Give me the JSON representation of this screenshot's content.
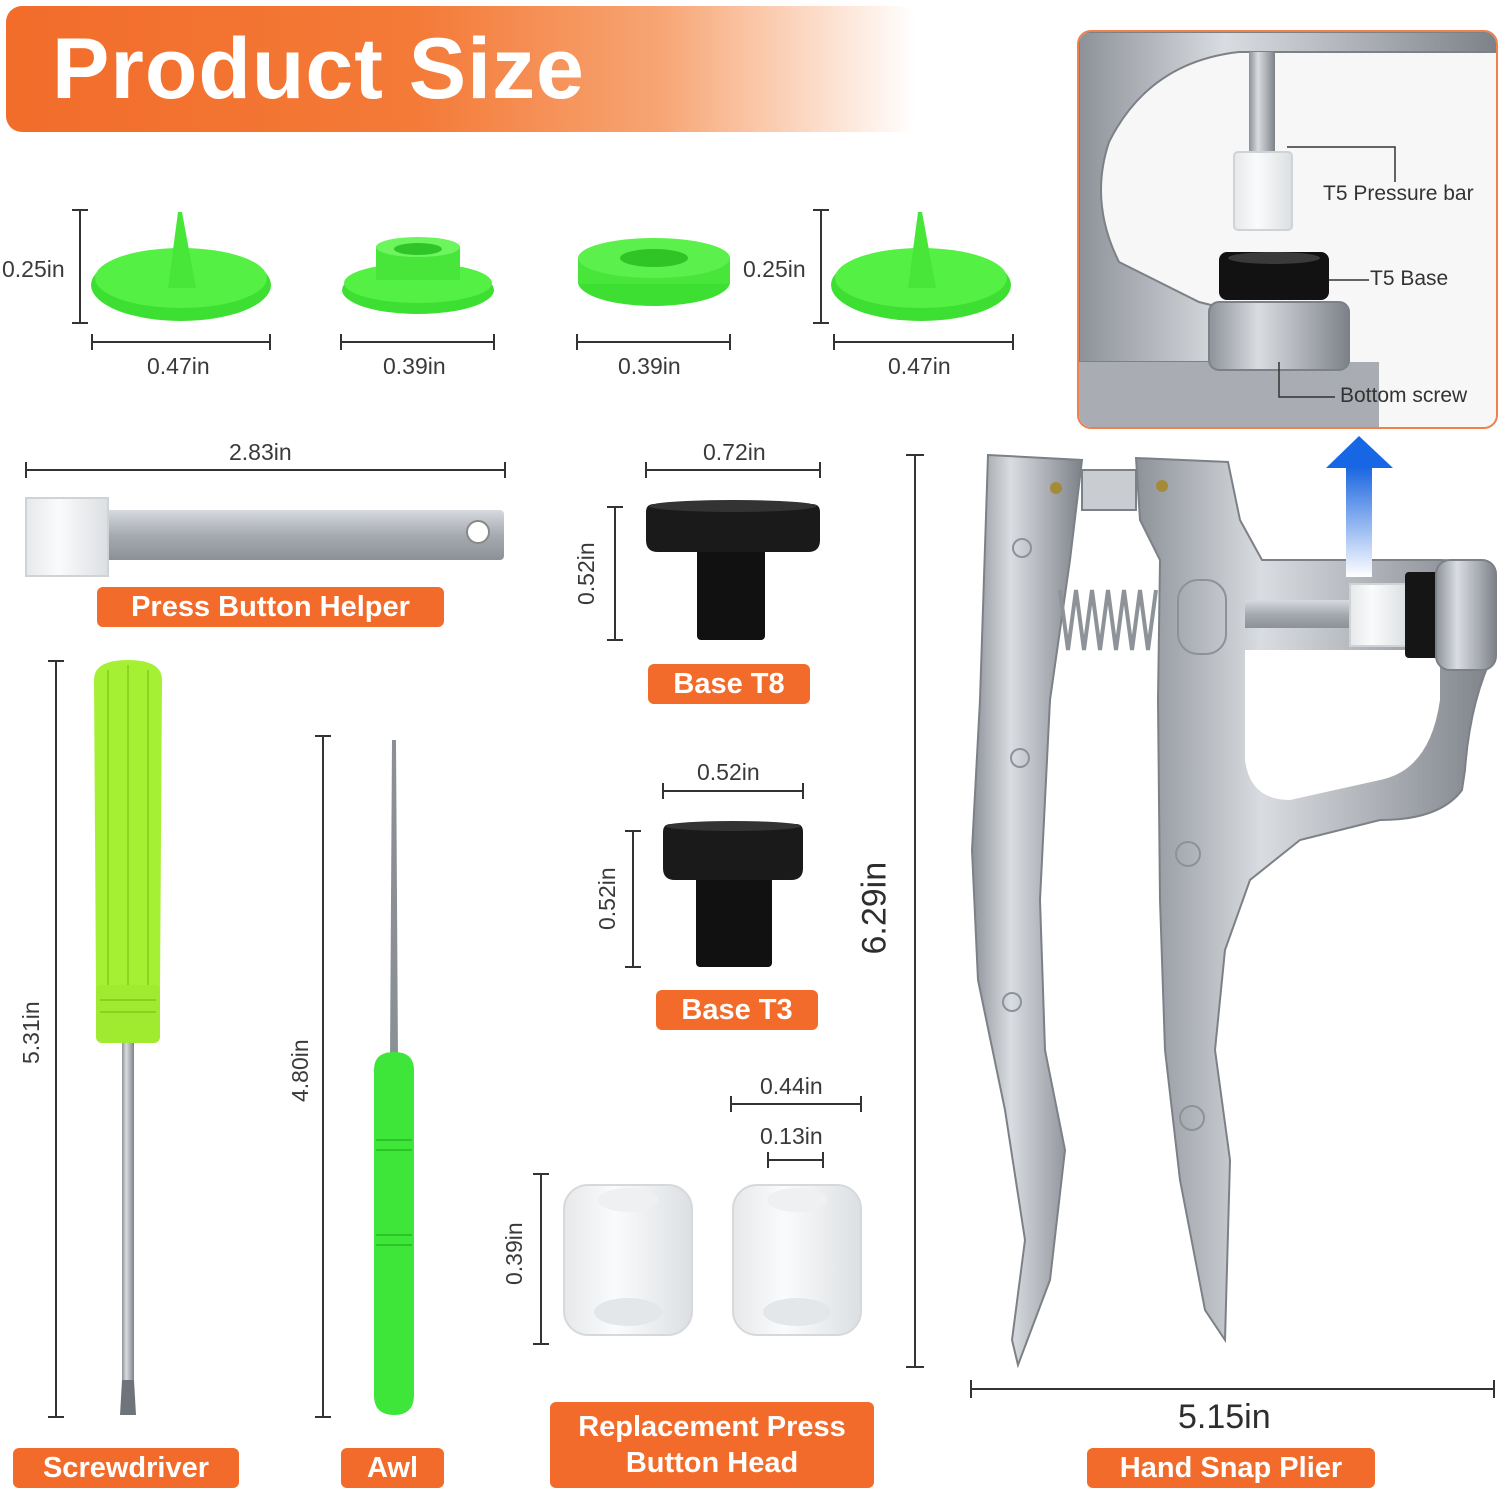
{
  "title": "Product Size",
  "snaps": [
    {
      "width": "0.47in",
      "height": "0.25in"
    },
    {
      "width": "0.39in"
    },
    {
      "width": "0.39in"
    },
    {
      "width": "0.47in",
      "height": "0.25in"
    }
  ],
  "press_button_helper": {
    "length": "2.83in",
    "label": "Press Button Helper"
  },
  "base_t8": {
    "width": "0.72in",
    "height": "0.52in",
    "label": "Base T8"
  },
  "base_t3": {
    "width": "0.52in",
    "height": "0.52in",
    "label": "Base T3"
  },
  "replacement_head": {
    "width": "0.44in",
    "hole": "0.13in",
    "height": "0.39in",
    "label_line1": "Replacement Press",
    "label_line2": "Button Head"
  },
  "screwdriver": {
    "length": "5.31in",
    "label": "Screwdriver"
  },
  "awl": {
    "length": "4.80in",
    "label": "Awl"
  },
  "plier": {
    "height": "6.29in",
    "width": "5.15in",
    "label": "Hand Snap Plier"
  },
  "inset": {
    "pressure_bar": "T5 Pressure bar",
    "base": "T5 Base",
    "bottom_screw": "Bottom screw"
  },
  "colors": {
    "accent": "#f26b2b",
    "snap_green": "#4cf03c",
    "screwdriver_green": "#a6f033",
    "awl_green": "#3ee63a",
    "metal": "#b8bcc2",
    "arrow_blue": "#1a6fe6"
  }
}
